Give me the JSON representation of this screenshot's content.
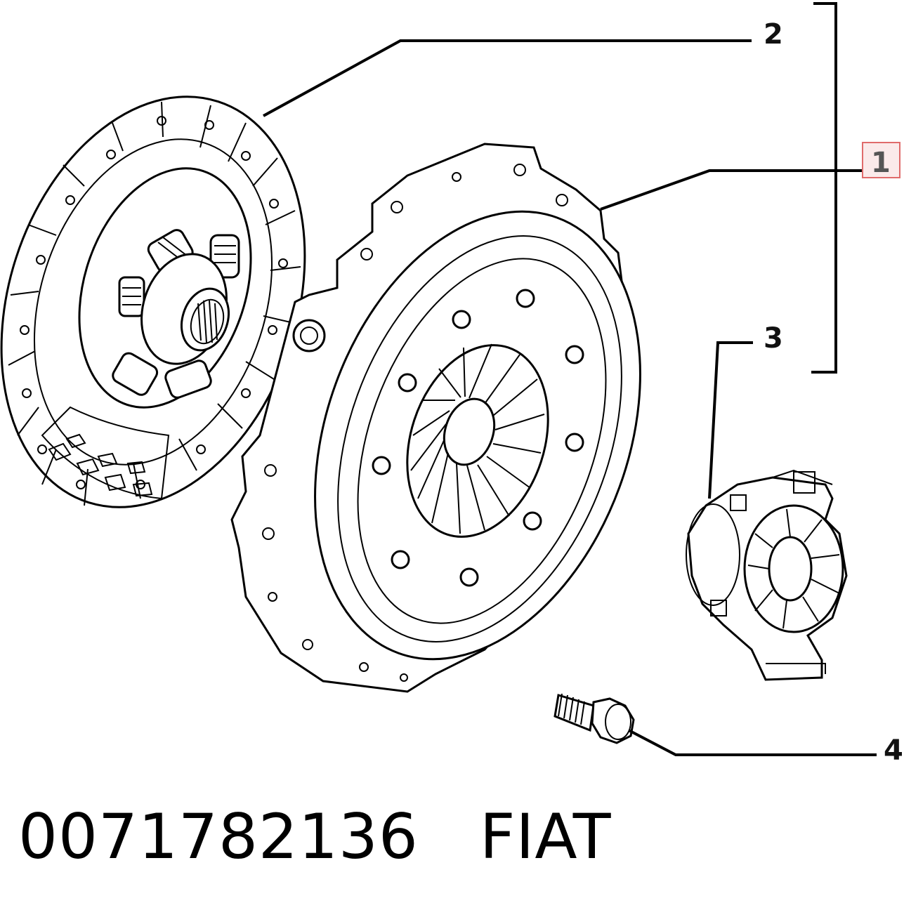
{
  "callouts": {
    "label_1": "1",
    "label_2": "2",
    "label_3": "3",
    "label_4": "4"
  },
  "caption": {
    "part_number": "0071782136",
    "brand": "FIAT"
  },
  "colors": {
    "ink": "#000000",
    "highlight_border": "#e06b6b",
    "highlight_fill": "#fbeaea"
  }
}
